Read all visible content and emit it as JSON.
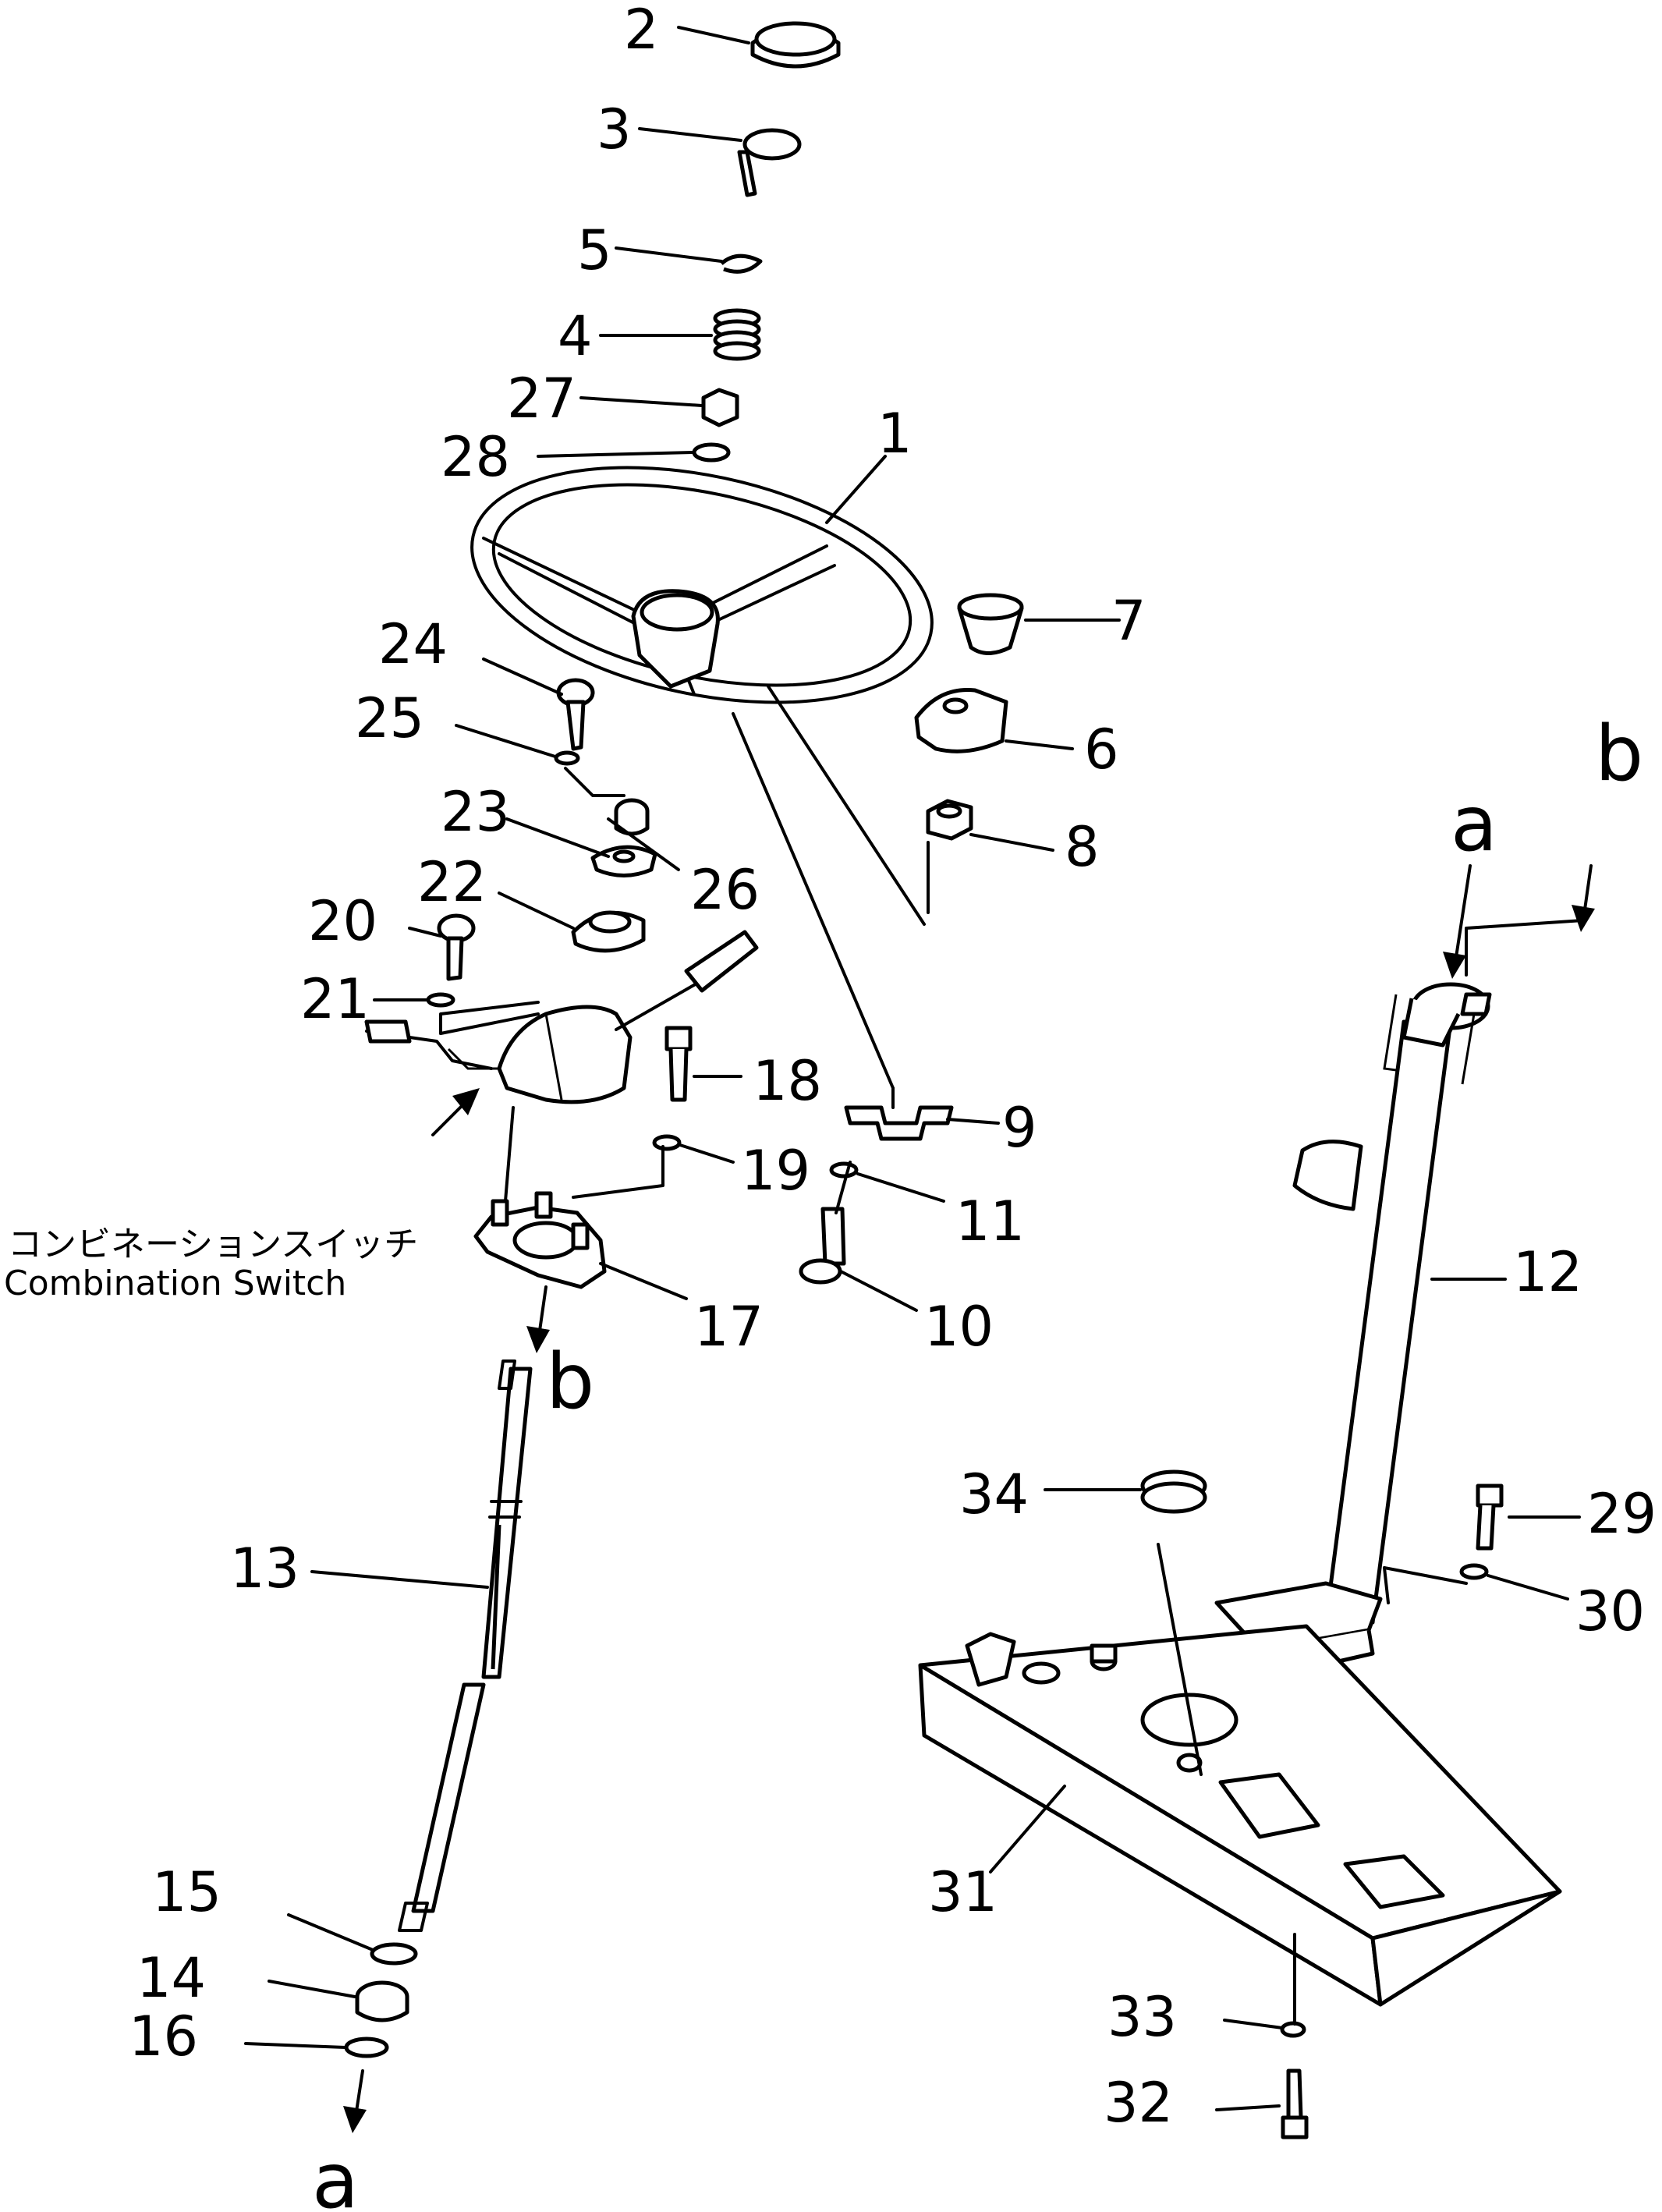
{
  "callouts": {
    "n1": "1",
    "n2": "2",
    "n3": "3",
    "n4": "4",
    "n5": "5",
    "n6": "6",
    "n7": "7",
    "n8": "8",
    "n9": "9",
    "n10": "10",
    "n11": "11",
    "n12": "12",
    "n13": "13",
    "n14": "14",
    "n15": "15",
    "n16": "16",
    "n17": "17",
    "n18": "18",
    "n19": "19",
    "n20": "20",
    "n21": "21",
    "n22": "22",
    "n23": "23",
    "n24": "24",
    "n25": "25",
    "n26": "26",
    "n27": "27",
    "n28": "28",
    "n29": "29",
    "n30": "30",
    "n31": "31",
    "n32": "32",
    "n33": "33",
    "n34": "34"
  },
  "connection_marks": {
    "a_top": "a",
    "a_bottom": "a",
    "b_top": "b",
    "b_mid": "b"
  },
  "combination_switch": {
    "label_jp": "コンビネーションスイッチ",
    "label_en": "Combination  Switch"
  }
}
